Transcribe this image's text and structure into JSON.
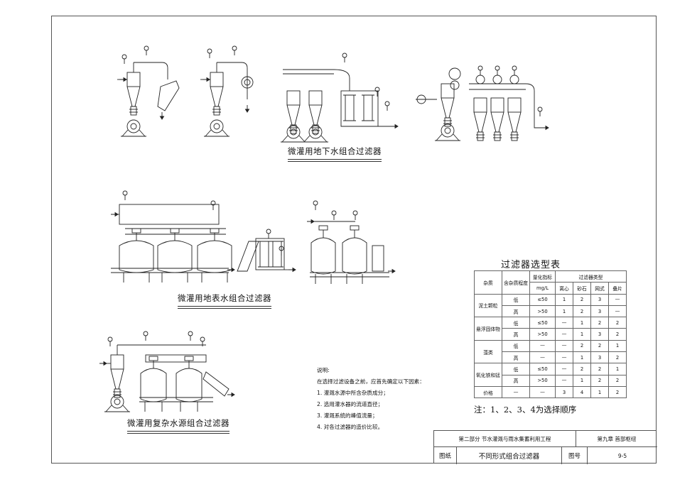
{
  "captions": {
    "groundwater": "微灌用地下水组合过滤器",
    "surface_water": "微灌用地表水组合过滤器",
    "complex_source": "微灌用复杂水源组合过滤器"
  },
  "table": {
    "title": "过滤器选型表",
    "headers": {
      "impurity": "杂质",
      "level": "含杂质程度",
      "quantity": "量化指标",
      "unit": "mg/L",
      "filter_types": "过滤器类型",
      "types": [
        "离心",
        "砂石",
        "网式",
        "叠片"
      ]
    },
    "groups": [
      {
        "name": "泥土颗粒",
        "rows": [
          {
            "level": "低",
            "value": "≤50",
            "cells": [
              "1",
              "2",
              "3",
              "—"
            ]
          },
          {
            "level": "高",
            "value": ">50",
            "cells": [
              "1",
              "2",
              "3",
              "—"
            ]
          }
        ]
      },
      {
        "name": "悬浮固体物",
        "rows": [
          {
            "level": "低",
            "value": "≤50",
            "cells": [
              "—",
              "1",
              "2",
              "2"
            ]
          },
          {
            "level": "高",
            "value": ">50",
            "cells": [
              "—",
              "1",
              "3",
              "2"
            ]
          }
        ]
      },
      {
        "name": "藻类",
        "rows": [
          {
            "level": "低",
            "value": "—",
            "cells": [
              "—",
              "2",
              "2",
              "1"
            ]
          },
          {
            "level": "高",
            "value": "—",
            "cells": [
              "—",
              "1",
              "3",
              "2"
            ]
          }
        ]
      },
      {
        "name": "氧化铁和锰",
        "rows": [
          {
            "level": "低",
            "value": "≤50",
            "cells": [
              "—",
              "2",
              "2",
              "1"
            ]
          },
          {
            "level": "高",
            "value": ">50",
            "cells": [
              "—",
              "1",
              "2",
              "2"
            ]
          }
        ]
      }
    ],
    "price_row": {
      "name": "价格",
      "level": "—",
      "value": "—",
      "cells": [
        "3",
        "4",
        "1",
        "2"
      ]
    }
  },
  "note": "注：1、2、3、4为选择顺序",
  "notes": {
    "title": "说明:",
    "intro": "在选择过滤设备之前，应首先确定以下因素：",
    "items": [
      "1. 灌溉水源中所含杂质成分；",
      "2. 选用灌水器的流道直径；",
      "3. 灌溉系统的峰值流量；",
      "4. 对各过滤器的造价比较。"
    ]
  },
  "title_block": {
    "part": "第二部分  节水灌溉与雨水集蓄利用工程",
    "chapter": "第九章  首部枢纽",
    "drawing_label": "图纸",
    "drawing_name": "不同形式组合过滤器",
    "number_label": "图号",
    "number": "9-5"
  }
}
